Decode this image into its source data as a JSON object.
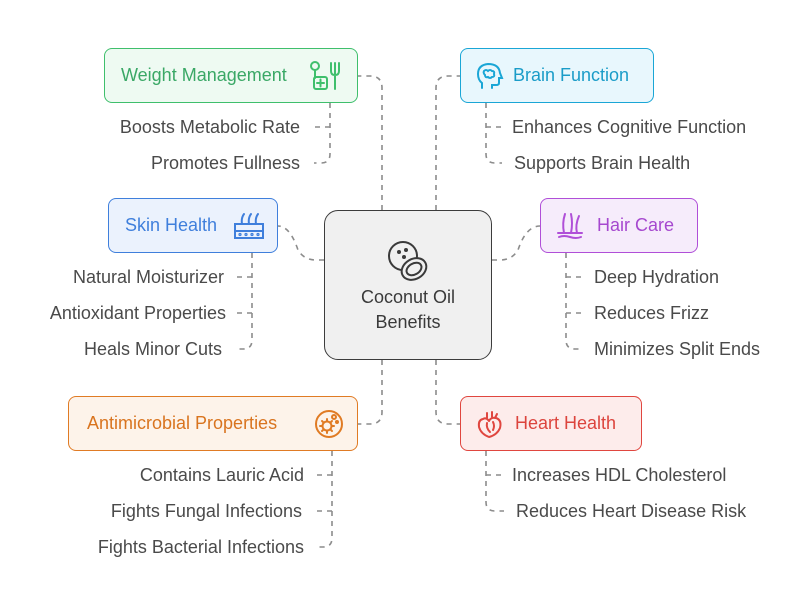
{
  "center": {
    "line1": "Coconut Oil",
    "line2": "Benefits",
    "icon": "coconut-icon"
  },
  "branches": {
    "weight": {
      "title": "Weight Management",
      "icon": "fork-knife-icon",
      "color": "#3fbf6c",
      "fill": "#eefaf2",
      "items": [
        "Boosts Metabolic Rate",
        "Promotes Fullness"
      ]
    },
    "brain": {
      "title": "Brain Function",
      "icon": "brain-icon",
      "color": "#1aa6d6",
      "fill": "#e8f7fd",
      "items": [
        "Enhances Cognitive Function",
        "Supports Brain Health"
      ]
    },
    "skin": {
      "title": "Skin Health",
      "icon": "skin-layers-icon",
      "color": "#3f7fdc",
      "fill": "#ebf2fd",
      "items": [
        "Natural Moisturizer",
        "Antioxidant Properties",
        "Heals Minor Cuts"
      ]
    },
    "hair": {
      "title": "Hair Care",
      "icon": "hair-follicle-icon",
      "color": "#b04fd8",
      "fill": "#f6ecfb",
      "items": [
        "Deep Hydration",
        "Reduces Frizz",
        "Minimizes Split Ends"
      ]
    },
    "antimicrobial": {
      "title": "Antimicrobial Properties",
      "icon": "microbe-icon",
      "color": "#e07b24",
      "fill": "#fdf3ea",
      "items": [
        "Contains Lauric Acid",
        "Fights Fungal Infections",
        "Fights Bacterial Infections"
      ]
    },
    "heart": {
      "title": "Heart Health",
      "icon": "heart-organ-icon",
      "color": "#e0463f",
      "fill": "#fdeceb",
      "items": [
        "Increases HDL Cholesterol",
        "Reduces Heart Disease Risk"
      ]
    }
  }
}
